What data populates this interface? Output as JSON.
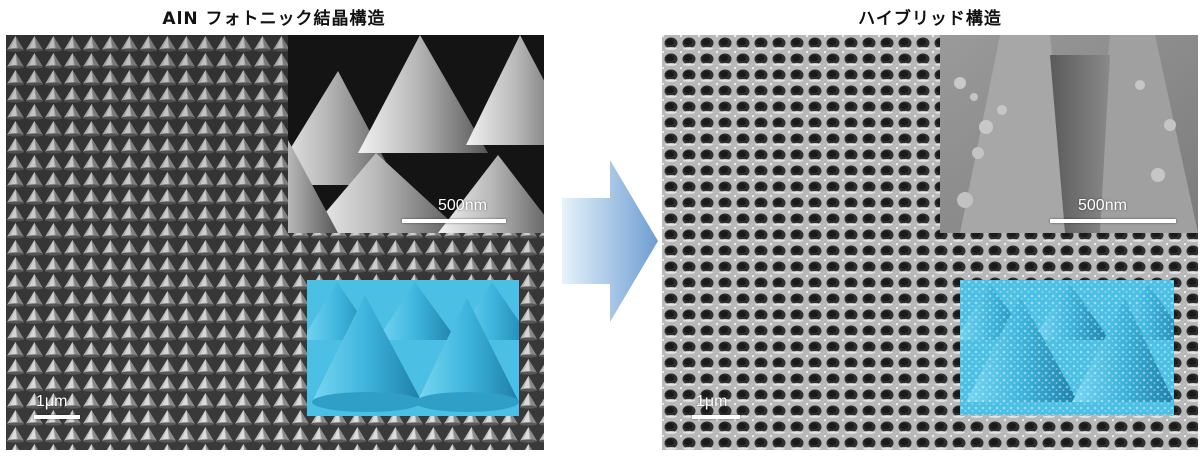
{
  "left": {
    "title": "AlN フォトニック結晶構造",
    "inset_scale": "500nm",
    "main_scale": "1μm"
  },
  "right": {
    "title": "ハイブリッド構造",
    "inset_scale": "500nm",
    "main_scale": "1μm"
  },
  "colors": {
    "sem_dark": "#2a2a2a",
    "sem_light": "#d8d8d8",
    "model_blue": "#3db4dc",
    "model_dark": "#1d7fa8",
    "arrow_light": "#e6f3fb",
    "arrow_dark": "#6e9dd2"
  },
  "icons": {
    "arrow": "right-arrow-icon"
  }
}
